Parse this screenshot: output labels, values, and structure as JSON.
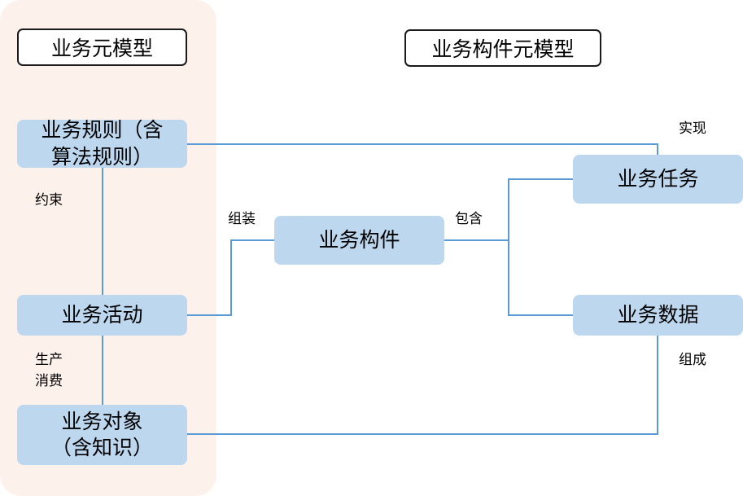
{
  "headers": {
    "left": "业务元模型",
    "right": "业务构件元模型"
  },
  "nodes": {
    "rule": "业务规则（含\n算法规则）",
    "activity": "业务活动",
    "object": "业务对象\n（含知识）",
    "component": "业务构件",
    "task": "业务任务",
    "data": "业务数据"
  },
  "edges": {
    "constrain": "约束",
    "produce_consume": "生产\n消费",
    "assemble": "组装",
    "contain": "包含",
    "realize": "实现",
    "compose": "组成"
  },
  "colors": {
    "panel_bg": "#fdf1ec",
    "node_fill": "#bdd7ee",
    "connector": "#5b9bd5"
  }
}
